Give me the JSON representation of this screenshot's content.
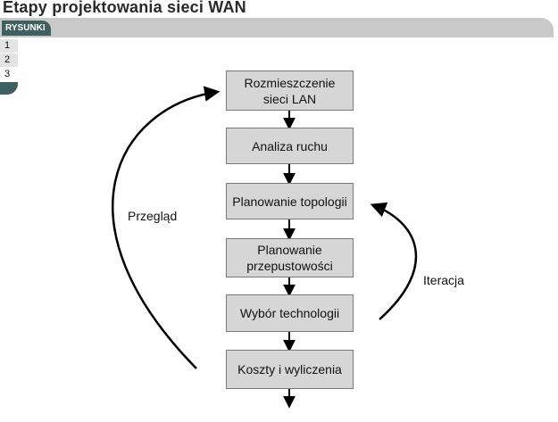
{
  "page": {
    "title": "Etapy projektowania sieci WAN"
  },
  "header": {
    "tab_label": "RYSUNKI"
  },
  "nav": {
    "items": [
      "1",
      "2",
      "3"
    ],
    "active_index": 2
  },
  "diagram": {
    "steps": [
      {
        "label_line1": "Rozmieszczenie",
        "label_line2": "sieci LAN"
      },
      {
        "label_line1": "Analiza ruchu",
        "label_line2": ""
      },
      {
        "label_line1": "Planowanie topologii",
        "label_line2": ""
      },
      {
        "label_line1": "Planowanie",
        "label_line2": "przepustowości"
      },
      {
        "label_line1": "Wybór technologii",
        "label_line2": ""
      },
      {
        "label_line1": "Koszty i wyliczenia",
        "label_line2": ""
      }
    ],
    "loop_labels": {
      "review": "Przegląd",
      "iteration": "Iteracja"
    }
  }
}
